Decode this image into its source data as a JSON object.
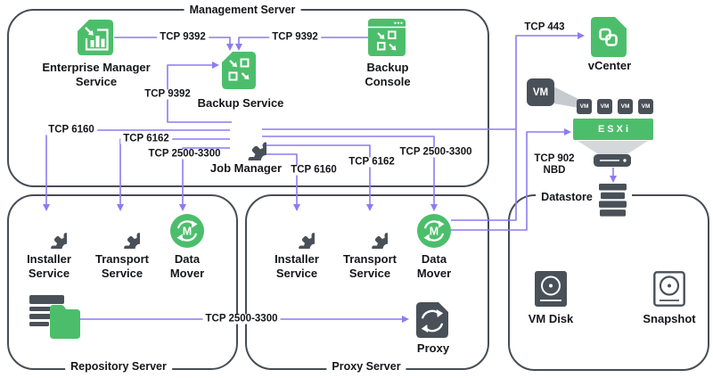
{
  "colors": {
    "accent_green": "#4cbe6b",
    "slate_gray": "#495058",
    "line_purple": "#8c7cf0",
    "text": "#15161a"
  },
  "boxes": {
    "management": "Management Server",
    "repository": "Repository Server",
    "proxy": "Proxy Server",
    "datastore": "Datastore"
  },
  "nodes": {
    "enterprise_manager": {
      "line1": "Enterprise Manager",
      "line2": "Service"
    },
    "backup_service": {
      "label": "Backup Service"
    },
    "backup_console": {
      "line1": "Backup",
      "line2": "Console"
    },
    "job_manager": {
      "label": "Job Manager"
    },
    "installer_service": {
      "line1": "Installer",
      "line2": "Service"
    },
    "transport_service": {
      "line1": "Transport",
      "line2": "Service"
    },
    "data_mover": {
      "line1": "Data",
      "line2": "Mover",
      "letter": "M"
    },
    "proxy": {
      "label": "Proxy"
    },
    "vcenter": {
      "label": "vCenter"
    },
    "vm": {
      "label": "VM"
    },
    "esxi": {
      "label": "ESXi"
    },
    "vm_disk": {
      "label": "VM Disk"
    },
    "snapshot": {
      "label": "Snapshot"
    }
  },
  "ports": {
    "tcp9392_em": "TCP 9392",
    "tcp9392_console": "TCP 9392",
    "tcp9392_jm": "TCP 9392",
    "tcp443": "TCP 443",
    "tcp6160_left": "TCP 6160",
    "tcp6162_left": "TCP 6162",
    "tcp2500_left": "TCP 2500-3300",
    "tcp6160_right": "TCP 6160",
    "tcp6162_right": "TCP 6162",
    "tcp2500_right": "TCP 2500-3300",
    "tcp902": "TCP 902",
    "nbd": "NBD",
    "tcp2500_repo": "TCP 2500-3300"
  }
}
